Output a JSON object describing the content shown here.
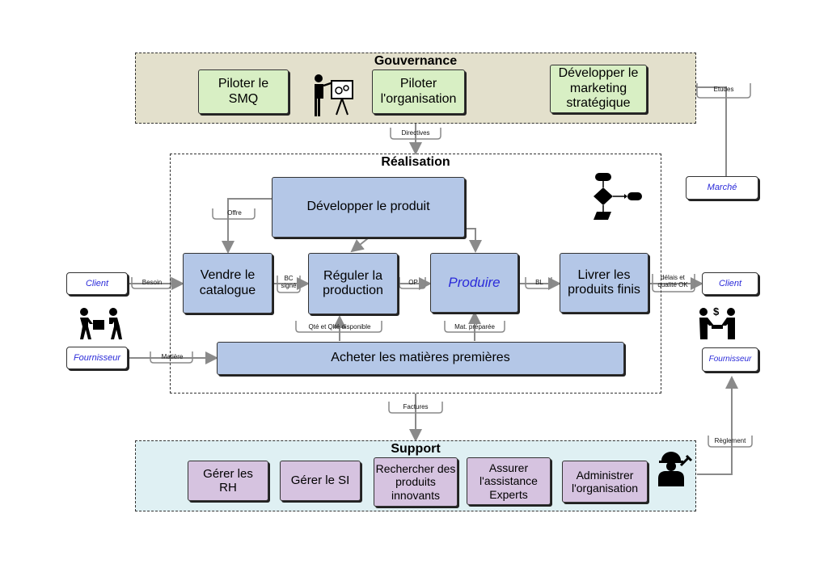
{
  "regions": {
    "governance": "Gouvernance",
    "realisation": "Réalisation",
    "support": "Support"
  },
  "governance": {
    "piloter_smq": "Piloter le SMQ",
    "piloter_org": "Piloter l'organisation",
    "dev_marketing": "Développer le marketing stratégique"
  },
  "realisation": {
    "dev_produit": "Développer le produit",
    "vendre": "Vendre le catalogue",
    "reguler": "Réguler la production",
    "produire": "Produire",
    "livrer": "Livrer les produits finis",
    "acheter": "Acheter les matières premières"
  },
  "support": {
    "rh": "Gérer les RH",
    "si": "Gérer le SI",
    "rechercher": "Rechercher des produits innovants",
    "assistance": "Assurer l'assistance Experts",
    "administrer": "Administrer l'organisation"
  },
  "externals": {
    "client_in": "Client",
    "fournisseur_in": "Fournisseur",
    "client_out": "Client",
    "fournisseur_out": "Fournisseur",
    "marche": "Marché"
  },
  "flows": {
    "directives": "Directives",
    "etudes": "Etudes",
    "offre": "Offre",
    "besoin": "Besoin",
    "bc_signe": "BC signé",
    "op": "OP",
    "bl": "BL",
    "delais": "délais et qualité OK",
    "qte": "Qté et Qlté disponible",
    "mat_preparee": "Mat. préparée",
    "matiere": "Matière",
    "factures": "Factures",
    "reglement": "Règlement"
  },
  "colors": {
    "governance_bg": "#e3e0cc",
    "support_bg": "#dff0f3",
    "gov_box": "#d8efc4",
    "proc_box": "#b4c7e7",
    "sup_box": "#d6c3e0",
    "external_text": "#2b2bd9"
  },
  "icons": [
    "presenter-icon",
    "flowchart-icon",
    "movers-icon",
    "handshake-money-icon",
    "worker-icon"
  ]
}
